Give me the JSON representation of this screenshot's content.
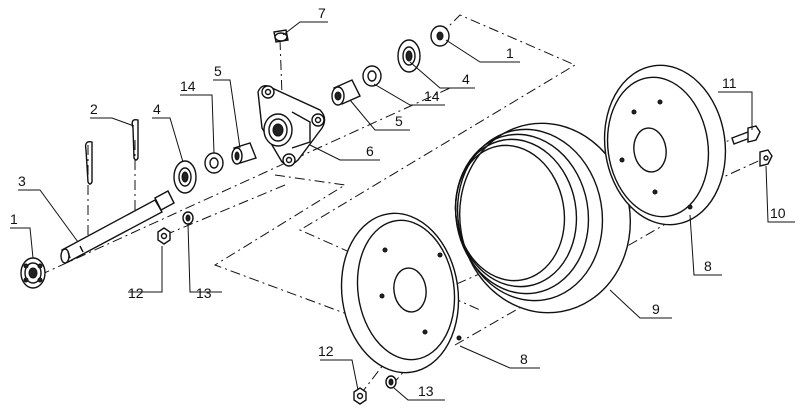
{
  "diagram": {
    "callouts": [
      {
        "id": "c1-left",
        "text": "1"
      },
      {
        "id": "c2",
        "text": "2"
      },
      {
        "id": "c3",
        "text": "3"
      },
      {
        "id": "c4-left",
        "text": "4"
      },
      {
        "id": "c14-left",
        "text": "14"
      },
      {
        "id": "c5-left",
        "text": "5"
      },
      {
        "id": "c7",
        "text": "7"
      },
      {
        "id": "c1-right",
        "text": "1"
      },
      {
        "id": "c4-right",
        "text": "4"
      },
      {
        "id": "c14-right",
        "text": "14"
      },
      {
        "id": "c5-right",
        "text": "5"
      },
      {
        "id": "c6",
        "text": "6"
      },
      {
        "id": "c12-left",
        "text": "12"
      },
      {
        "id": "c13-left",
        "text": "13"
      },
      {
        "id": "c11",
        "text": "11"
      },
      {
        "id": "c10",
        "text": "10"
      },
      {
        "id": "c8-right",
        "text": "8"
      },
      {
        "id": "c9",
        "text": "9"
      },
      {
        "id": "c8-bottom",
        "text": "8"
      },
      {
        "id": "c12-bottom",
        "text": "12"
      },
      {
        "id": "c13-bottom",
        "text": "13"
      }
    ]
  }
}
